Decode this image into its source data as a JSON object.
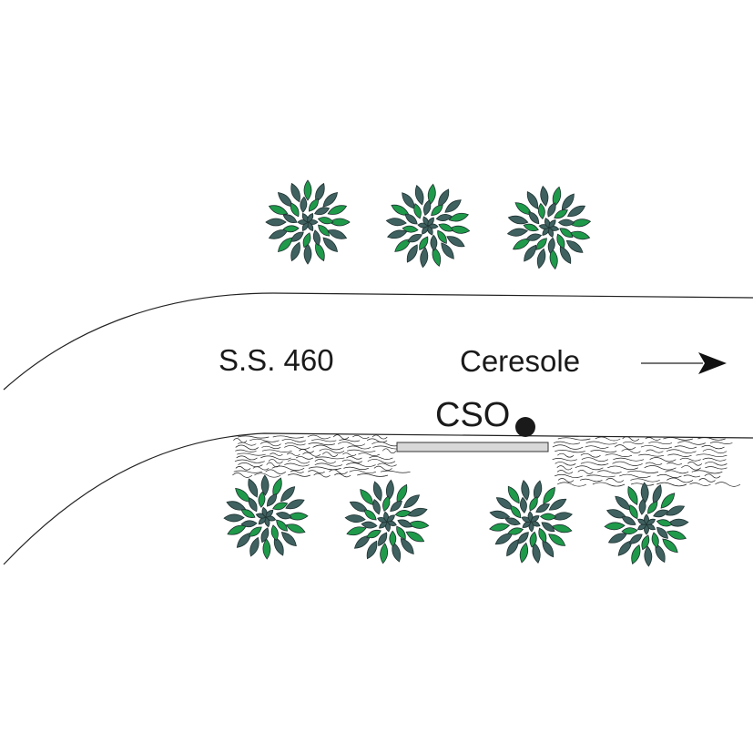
{
  "labels": {
    "road": "S.S. 460",
    "destination": "Ceresole",
    "station": "CSO"
  },
  "icons": {
    "tree": "bush-icon",
    "arrow": "arrow-right-icon",
    "station_marker": "station-dot-icon"
  },
  "colors": {
    "leaf_dark": "#3f6160",
    "leaf_light": "#1f9a4a",
    "leaf_stroke": "#1e3231",
    "road_line": "#222222",
    "platform_fill": "#d8d8d8",
    "station_dot": "#1a1a1a"
  }
}
